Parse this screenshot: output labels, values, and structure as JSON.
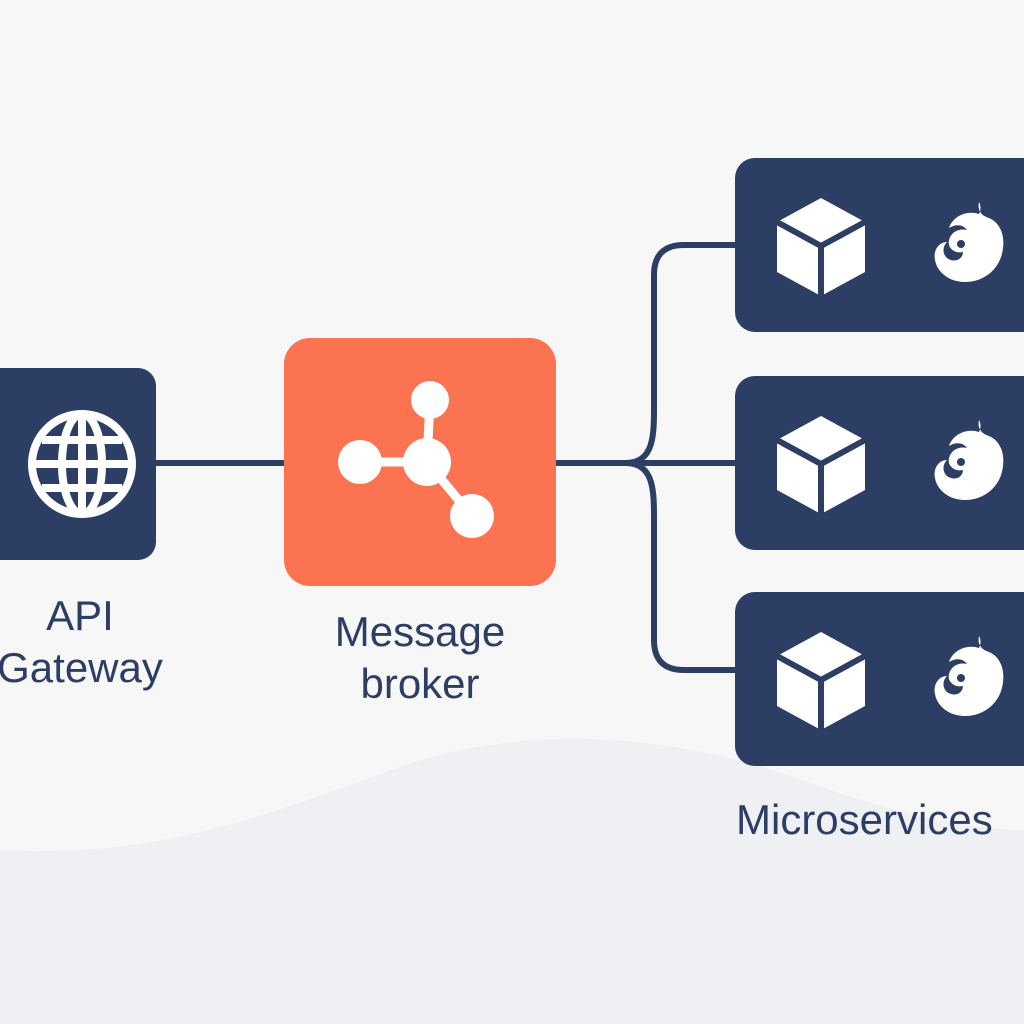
{
  "colors": {
    "background": "#f7f7f8",
    "wave": "#eef0f3",
    "navy": "#2c3e63",
    "accent": "#fb7350",
    "icon": "#ffffff",
    "line": "#2c3e63"
  },
  "gateway": {
    "label_line1": "API",
    "label_line2": "Gateway",
    "icon": "globe-icon"
  },
  "broker": {
    "label_line1": "Message",
    "label_line2": "broker",
    "icon": "network-nodes-icon"
  },
  "services": {
    "label": "Microservices",
    "items": [
      {
        "icons": [
          "cube-icon",
          "nestjs-icon"
        ]
      },
      {
        "icons": [
          "cube-icon",
          "nestjs-icon"
        ]
      },
      {
        "icons": [
          "cube-icon",
          "nestjs-icon"
        ]
      }
    ]
  }
}
